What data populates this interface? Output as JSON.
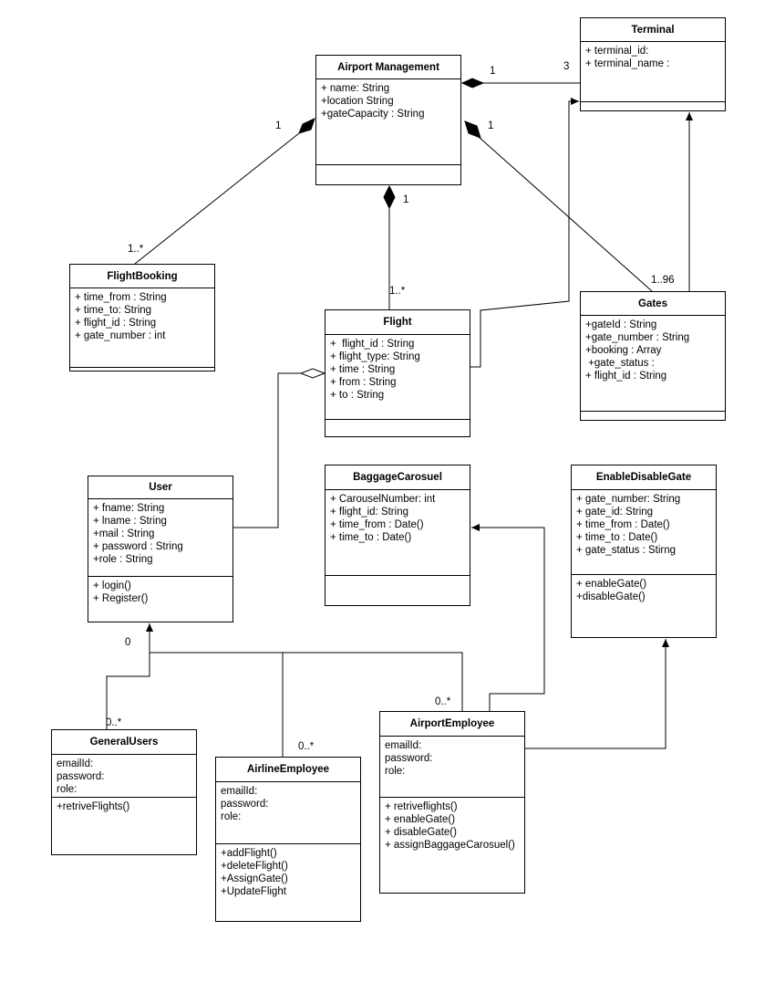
{
  "classes": [
    {
      "id": "airport-management",
      "name": "Airport Management",
      "attributes": [
        "+ name: String",
        "+location String",
        "+gateCapacity : String"
      ],
      "methods": []
    },
    {
      "id": "terminal",
      "name": "Terminal",
      "attributes": [
        "+ terminal_id:",
        "+ terminal_name :"
      ],
      "methods": []
    },
    {
      "id": "flight-booking",
      "name": "FlightBooking",
      "attributes": [
        "+ time_from : String",
        "+ time_to: String",
        "+ flight_id : String",
        "+ gate_number : int"
      ],
      "methods": []
    },
    {
      "id": "flight",
      "name": "Flight",
      "attributes": [
        "+  flight_id : String",
        "+ flight_type: String",
        "+ time : String",
        "+ from : String",
        "+ to : String"
      ],
      "methods": []
    },
    {
      "id": "gates",
      "name": "Gates",
      "attributes": [
        "+gateId : String",
        "+gate_number : String",
        "+booking : Array",
        " +gate_status :",
        "+ flight_id : String"
      ],
      "methods": []
    },
    {
      "id": "user",
      "name": "User",
      "attributes": [
        "+ fname: String",
        "+ lname : String",
        "+mail : String",
        "+ password : String",
        "+role : String"
      ],
      "methods": [
        "+ login()",
        "+ Register()"
      ]
    },
    {
      "id": "baggage-carosuel",
      "name": "BaggageCarosuel",
      "attributes": [
        "+ CarouselNumber: int",
        "+ flight_id: String",
        "+ time_from : Date()",
        "+ time_to : Date()"
      ],
      "methods": []
    },
    {
      "id": "enable-disable-gate",
      "name": "EnableDisableGate",
      "attributes": [
        "+ gate_number: String",
        "+ gate_id: String",
        "+ time_from : Date()",
        "+ time_to : Date()",
        "+ gate_status : Stirng"
      ],
      "methods": [
        "+ enableGate()",
        "+disableGate()"
      ]
    },
    {
      "id": "general-users",
      "name": "GeneralUsers",
      "attributes": [
        "emailId:",
        "password:",
        "role:"
      ],
      "methods": [
        "+retriveFlights()"
      ]
    },
    {
      "id": "airline-employee",
      "name": "AirlineEmployee",
      "attributes": [
        "emailId:",
        "password:",
        "role:"
      ],
      "methods": [
        "+addFlight()",
        "+deleteFlight()",
        "+AssignGate()",
        "+UpdateFlight"
      ]
    },
    {
      "id": "airport-employee",
      "name": "AirportEmployee",
      "attributes": [
        "emailId:",
        "password:",
        "role:"
      ],
      "methods": [
        "+ retriveflights()",
        "+ enableGate()",
        "+ disableGate()",
        "+ assignBaggageCarosuel()"
      ]
    }
  ],
  "multiplicities": [
    "1",
    "3",
    "1",
    "1..*",
    "1",
    "1..*",
    "1",
    "1..96",
    "0",
    "0..*",
    "0..*",
    "0..*"
  ]
}
